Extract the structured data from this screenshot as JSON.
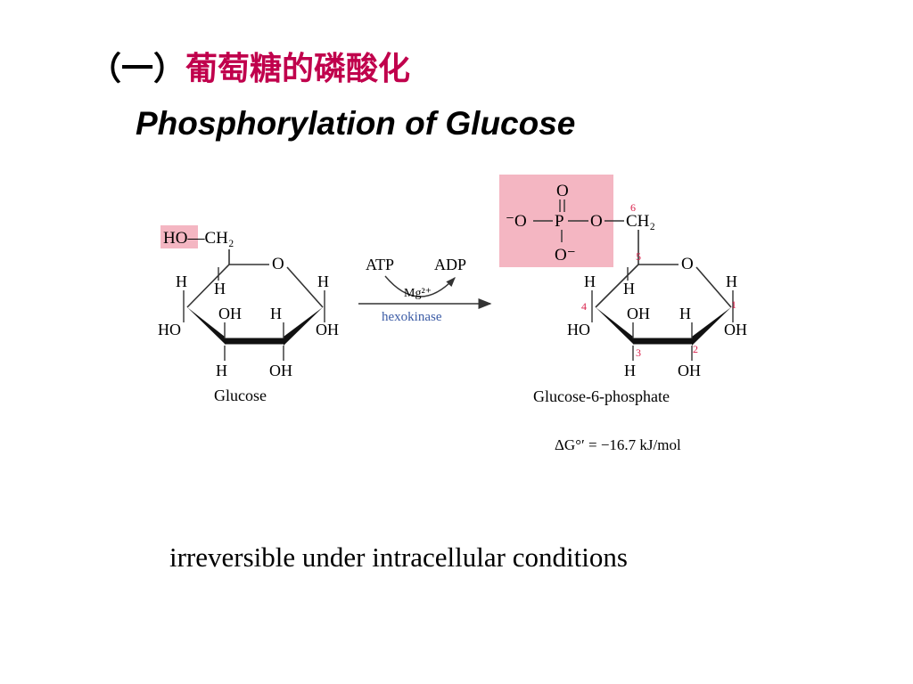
{
  "slide": {
    "title_prefix": "（一）",
    "title_cn": "葡萄糖的磷酸化",
    "title_en": "Phosphorylation of Glucose",
    "caption": "irreversible under intracellular conditions"
  },
  "reaction": {
    "reactant_label": "Glucose",
    "product_label": "Glucose-6-phosphate",
    "cofactor_in": "ATP",
    "cofactor_out": "ADP",
    "ion": "Mg²⁺",
    "enzyme": "hexokinase",
    "delta_g": "ΔG°′ = −16.7 kJ/mol",
    "highlight_color": "#f4b6c2",
    "number_color": "#d9204a",
    "enzyme_color": "#3b5ba5"
  },
  "glucose": {
    "ho_ch2": "HO—CH₂",
    "ring_o": "O",
    "h_c5": "H",
    "h_c4_up": "H",
    "h_c1_up": "H",
    "oh_c3_up": "OH",
    "h_c2_up": "H",
    "ho_c4": "HO",
    "oh_c1": "OH",
    "h_c3_down": "H",
    "oh_c2_down": "OH"
  },
  "g6p": {
    "p_o_top": "O",
    "neg_o_left": "⁻O",
    "p": "P",
    "o_bridge": "O",
    "ch2": "CH₂",
    "o_neg_bottom": "O⁻",
    "ring_o": "O",
    "h_c5": "H",
    "h_c4_up": "H",
    "h_c1_up": "H",
    "oh_c3_up": "OH",
    "h_c2_up": "H",
    "ho_c4": "HO",
    "oh_c1": "OH",
    "h_c3_down": "H",
    "oh_c2_down": "OH",
    "num_1": "1",
    "num_2": "2",
    "num_3": "3",
    "num_4": "4",
    "num_5": "5",
    "num_6": "6"
  }
}
